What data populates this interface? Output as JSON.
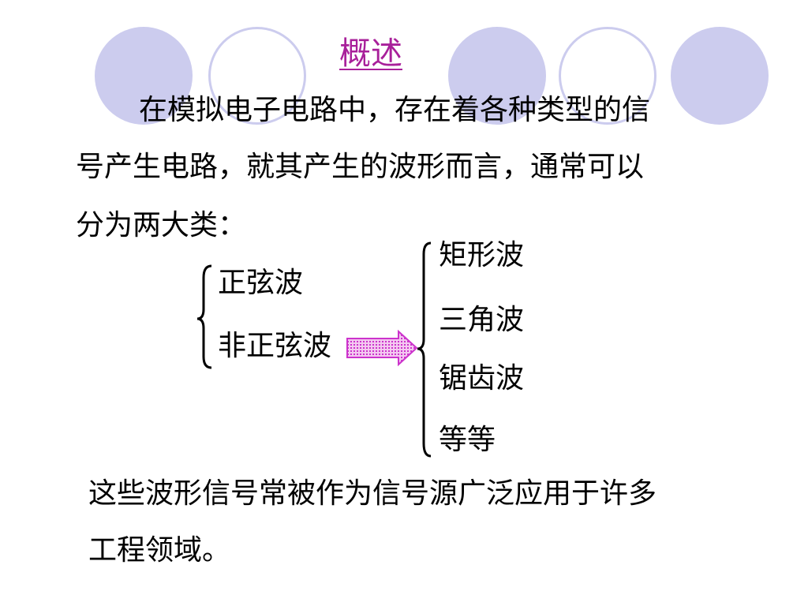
{
  "slide": {
    "title": "概述",
    "intro_lines": [
      "在模拟电子电路中，存在着各种类型的信",
      "号产生电路，就其产生的波形而言，通常可以",
      "分为两大类："
    ],
    "categories": [
      "正弦波",
      "非正弦波"
    ],
    "non_sine_types": [
      "矩形波",
      "三角波",
      "锯齿波",
      "等等"
    ],
    "conclusion_lines": [
      "这些波形信号常被作为信号源广泛应用于许多",
      "工程领域。"
    ]
  },
  "colors": {
    "title": "#a8209a",
    "circle_fill": "#ccccee",
    "arrow": "#cc33cc"
  }
}
